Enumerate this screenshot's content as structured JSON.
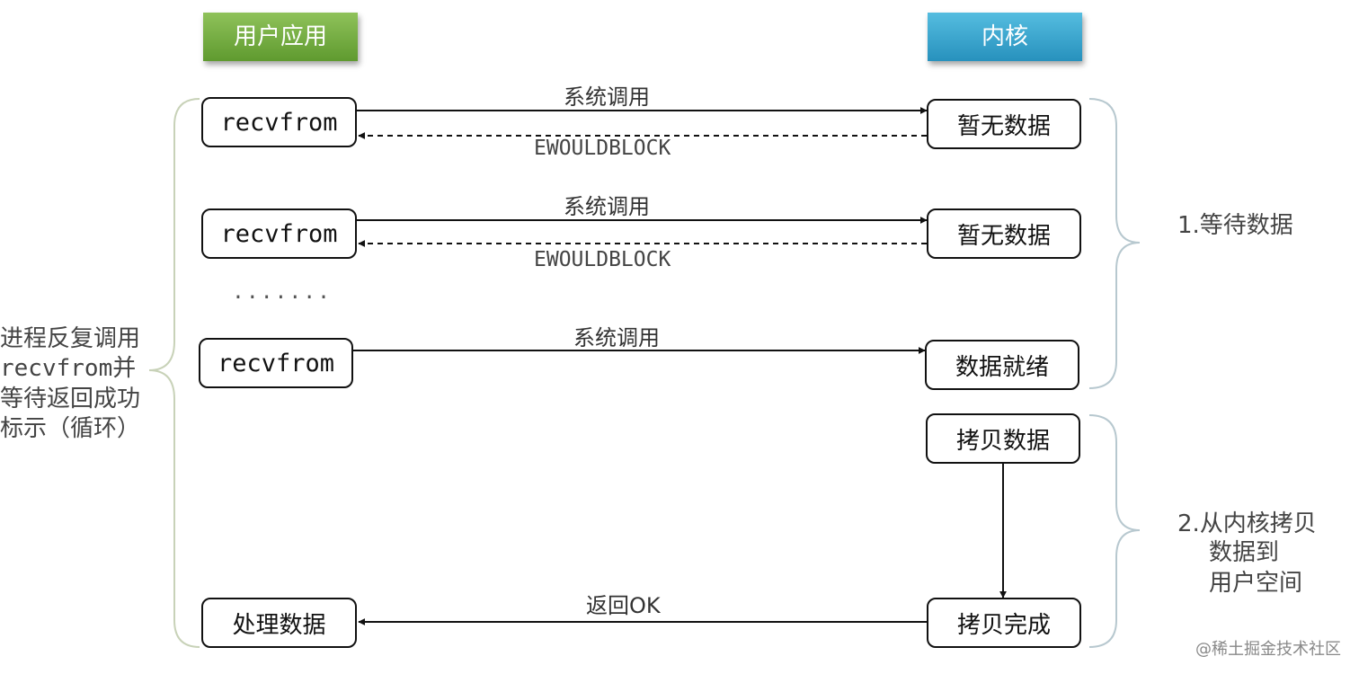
{
  "headers": {
    "user_app": "用户应用",
    "kernel": "内核"
  },
  "rows": [
    {
      "app": "recvfrom",
      "kernel": "暂无数据",
      "call": "系统调用",
      "reply": "EWOULDBLOCK"
    },
    {
      "app": "recvfrom",
      "kernel": "暂无数据",
      "call": "系统调用",
      "reply": "EWOULDBLOCK"
    },
    {
      "app": "recvfrom",
      "kernel": "数据就绪",
      "call": "系统调用"
    }
  ],
  "ellipsis": ".......",
  "copy_box": "拷贝数据",
  "copy_done_box": "拷贝完成",
  "process_box": "处理数据",
  "return_label": "返回OK",
  "stage1": "1.等待数据",
  "stage2": [
    "2.从内核拷贝",
    "数据到",
    "用户空间"
  ],
  "left_note": [
    "进程反复调用",
    "recvfrom并",
    "等待返回成功",
    "标示（循环）"
  ],
  "watermark": "@稀土掘金技术社区"
}
